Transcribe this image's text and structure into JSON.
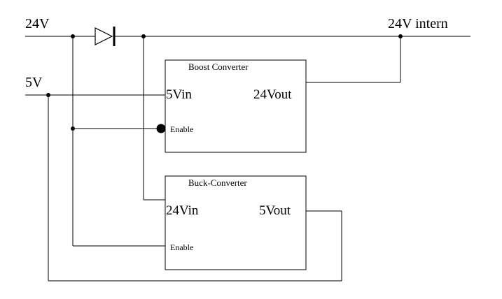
{
  "rails": {
    "input_24v": "24V",
    "input_5v": "5V",
    "output_24v_intern": "24V intern"
  },
  "boost_converter": {
    "title": "Boost Converter",
    "input": "5Vin",
    "output": "24Vout",
    "enable": "Enable"
  },
  "buck_converter": {
    "title": "Buck-Converter",
    "input": "24Vin",
    "output": "5Vout",
    "enable": "Enable"
  },
  "components": {
    "diode": "diode-icon"
  }
}
